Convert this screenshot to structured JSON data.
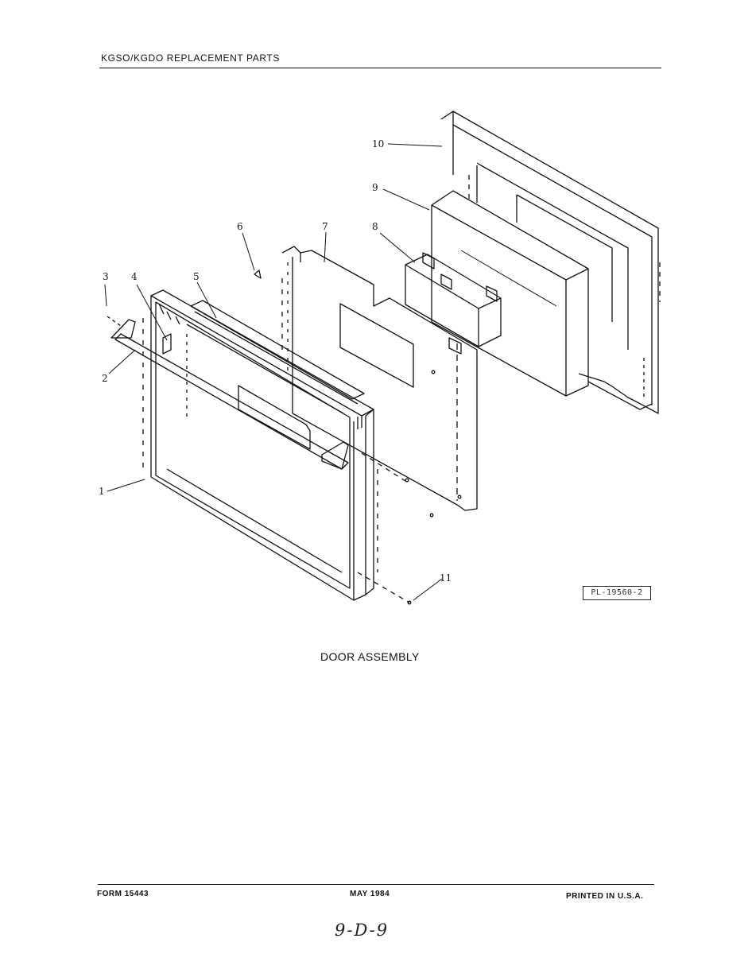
{
  "header": {
    "title": "KGSO/KGDO REPLACEMENT PARTS"
  },
  "diagram": {
    "caption": "DOOR ASSEMBLY",
    "plate_number": "PL-19560-2",
    "callouts": [
      "1",
      "2",
      "3",
      "4",
      "5",
      "6",
      "7",
      "8",
      "9",
      "10",
      "11"
    ]
  },
  "footer": {
    "form": "FORM 15443",
    "date": "MAY 1984",
    "printed": "PRINTED IN U.S.A."
  },
  "page_mark": "9-D-9"
}
